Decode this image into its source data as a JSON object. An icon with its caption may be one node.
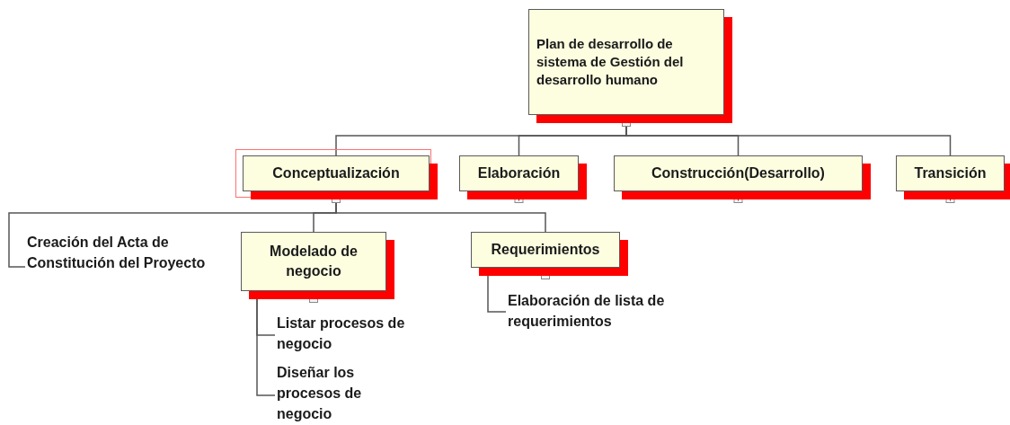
{
  "diagram": {
    "nodes": [
      {
        "text": [
          "Plan de desarrollo de sistema de Gestión del desarrollo humano"
        ]
      },
      {
        "text": [
          "Conceptualización"
        ]
      },
      {
        "text": [
          "Elaboración"
        ]
      },
      {
        "text": [
          "Construcción(Desarrollo)"
        ]
      },
      {
        "text": [
          "Transición"
        ]
      },
      {
        "text": [
          "Creación del Acta de Constitución del Proyecto"
        ]
      },
      {
        "text": [
          "Modelado de negocio"
        ]
      },
      {
        "text": [
          "Requerimientos"
        ]
      },
      {
        "text": [
          "Elaboración de lista de requerimientos"
        ]
      },
      {
        "text": [
          "Listar procesos de negocio"
        ]
      },
      {
        "text": [
          "Diseñar los procesos de negocio"
        ]
      }
    ],
    "edges": [
      {
        "from": 0,
        "to": 1,
        "arrow": "none"
      },
      {
        "from": 0,
        "to": 2,
        "arrow": "none"
      },
      {
        "from": 0,
        "to": 3,
        "arrow": "none"
      },
      {
        "from": 0,
        "to": 4,
        "arrow": "none"
      },
      {
        "from": 1,
        "to": 5,
        "arrow": "none"
      },
      {
        "from": 1,
        "to": 6,
        "arrow": "none"
      },
      {
        "from": 1,
        "to": 7,
        "arrow": "none"
      },
      {
        "from": 7,
        "to": 8,
        "arrow": "none"
      },
      {
        "from": 6,
        "to": 9,
        "arrow": "none"
      },
      {
        "from": 6,
        "to": 10,
        "arrow": "none"
      }
    ]
  }
}
